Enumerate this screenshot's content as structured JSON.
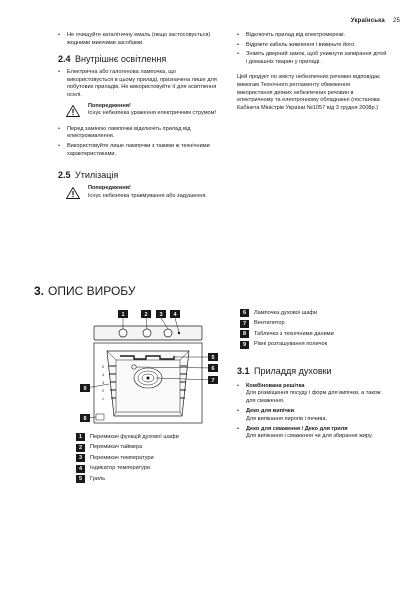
{
  "header": {
    "title": "Українська",
    "page": "25"
  },
  "left": {
    "intro_bullets": [
      "Не очищуйте каталітичну емаль (якщо застосовується) жодними миючими засобами."
    ],
    "s24": {
      "num": "2.4",
      "title": "Внутрішнє освітлення",
      "bullets1": [
        "Електрична або галогенова лампочка, що використовується в цьому приладі, призначена лише для побутових приладів. Не використовуйте її для освітлення оселі."
      ],
      "warning_title": "Попередження!",
      "warning_text": "Існує небезпека ураження електричним струмом!",
      "bullets2": [
        "Перед заміною лампочки відключіть прилад від електроживлення.",
        "Використовуйте лише лампочки з такими ж технічними характеристиками."
      ]
    },
    "s25": {
      "num": "2.5",
      "title": "Утилізація",
      "warning_title": "Попередження!",
      "warning_text": "Існує небезпека травмування або задушення."
    }
  },
  "right": {
    "bullets": [
      "Відключіть прилад від електромережі.",
      "Відріжте кабель живлення і викиньте його.",
      "Зніміть дверний замок, щоб уникнути запирання дітей і домашніх тварин у приладі."
    ],
    "paragraph": "Цей продукт по змісту небезпечних речовин відповідає вимогам Технічного регламенту обмеження використання деяких небезпечних речовин в електричному та електронному обладнанні (постанова Кабінета Міністрів України №1057 від 3 грудня 2008р.)"
  },
  "s3": {
    "num": "3.",
    "title": "ОПИС ВИРОБУ"
  },
  "diagram": {
    "callouts": [
      "1",
      "2",
      "3",
      "4",
      "5",
      "6",
      "7",
      "8",
      "9"
    ]
  },
  "legend_left": [
    {
      "n": "1",
      "label": "Перемикач функцій духової шафи"
    },
    {
      "n": "2",
      "label": "Перемикач таймера"
    },
    {
      "n": "3",
      "label": "Перемикач температури"
    },
    {
      "n": "4",
      "label": "Індикатор температури"
    },
    {
      "n": "5",
      "label": "Гриль"
    }
  ],
  "legend_right": [
    {
      "n": "6",
      "label": "Лампочка духової шафи"
    },
    {
      "n": "7",
      "label": "Вентилятор"
    },
    {
      "n": "8",
      "label": "Табличка з технічними даними"
    },
    {
      "n": "9",
      "label": "Рівні розташування поличок"
    }
  ],
  "s31": {
    "num": "3.1",
    "title": "Приладдя духовки",
    "items": [
      {
        "title": "Комбінована решітка",
        "desc": "Для розміщення посуду і форм для випічки, а також для смаження."
      },
      {
        "title": "Деко для випічки",
        "desc": "Для випікання пирогів і печива."
      },
      {
        "title": "Деко для смаження / Деко для гриля",
        "desc": "Для випікання і смаження чи для збирання жиру."
      }
    ]
  }
}
